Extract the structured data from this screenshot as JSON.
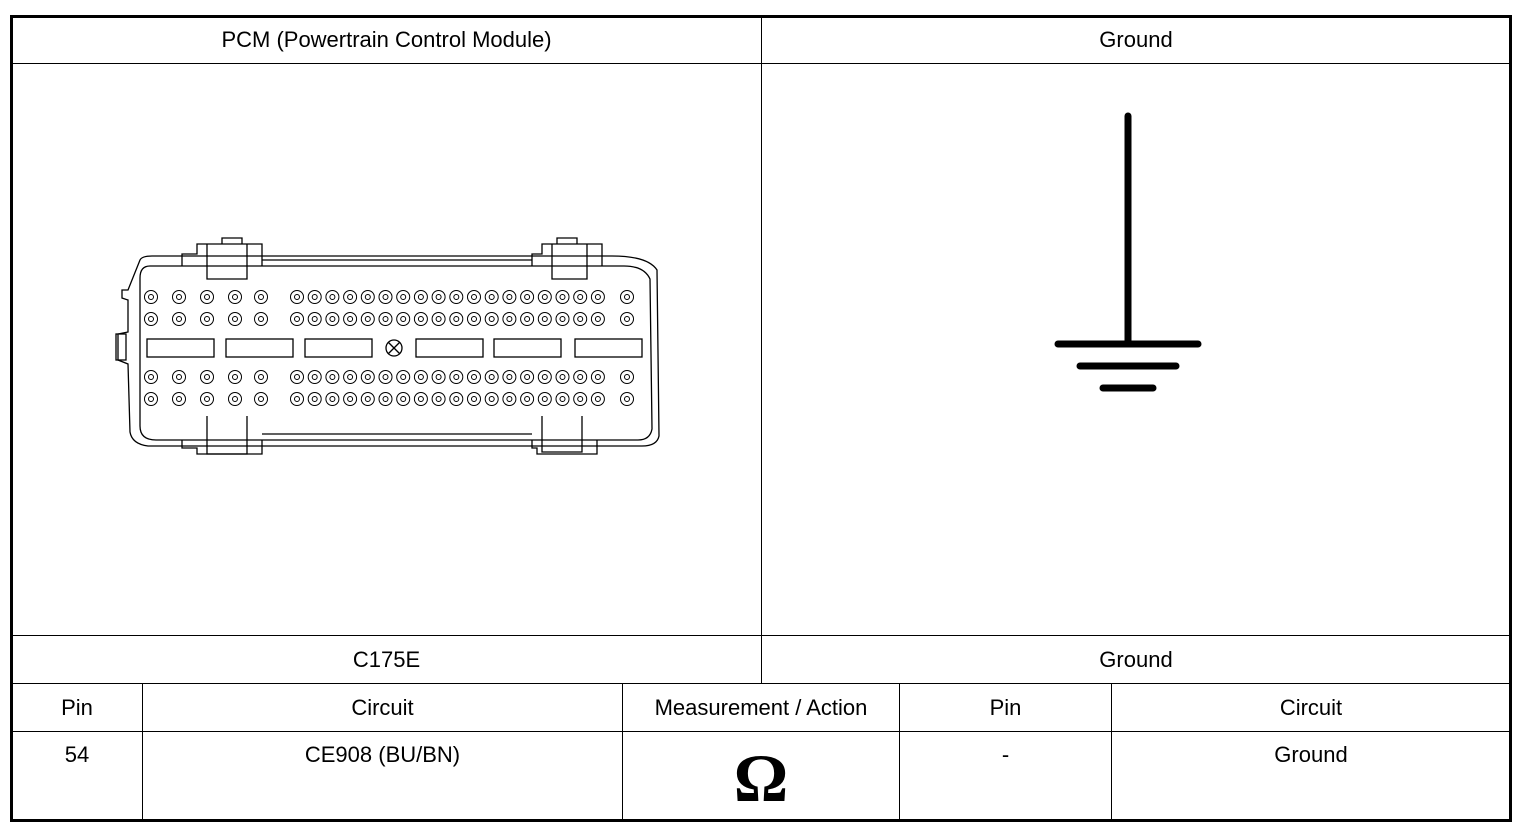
{
  "headers": {
    "left_title": "PCM (Powertrain Control Module)",
    "right_title": "Ground",
    "left_connector": "C175E",
    "right_connector": "Ground"
  },
  "table": {
    "columns": [
      "Pin",
      "Circuit",
      "Measurement / Action",
      "Pin",
      "Circuit"
    ],
    "rows": [
      {
        "pin": "54",
        "circuit": "CE908 (BU/BN)",
        "measurement": "Ω",
        "pin2": "-",
        "circuit2": "Ground"
      }
    ]
  }
}
